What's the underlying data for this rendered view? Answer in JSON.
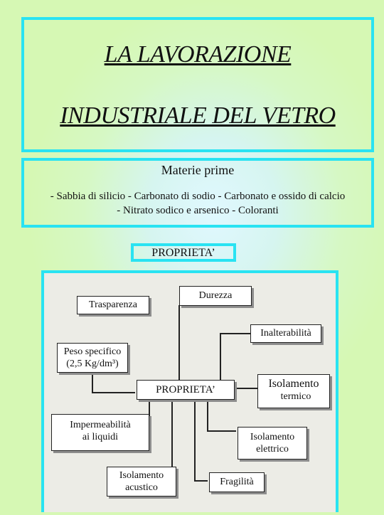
{
  "title": {
    "line1": "LA LAVORAZIONE",
    "line2": "INDUSTRIALE DEL VETRO"
  },
  "materials": {
    "heading": "Materie prime",
    "line1": "- Sabbia di silicio - Carbonato di sodio - Carbonato e ossido di calcio",
    "line2": "- Nitrato sodico e arsenico - Coloranti"
  },
  "properties_label": "PROPRIETA’",
  "diagram": {
    "center": "PROPRIETA’",
    "nodes": {
      "trasparenza": "Trasparenza",
      "durezza": "Durezza",
      "inalterabilita": "Inalterabilità",
      "peso_line1": "Peso specifico",
      "peso_line2": "(2,5 Kg/dm³)",
      "isolamento_termico_line1": "Isolamento",
      "isolamento_termico_line2": "termico",
      "impermeabilita_line1": "Impermeabilità",
      "impermeabilita_line2": "ai liquidi",
      "isolamento_elettrico_line1": "Isolamento",
      "isolamento_elettrico_line2": "elettrico",
      "isolamento_acustico_line1": "Isolamento",
      "isolamento_acustico_line2": "acustico",
      "fragilita": "Fragilità"
    }
  },
  "colors": {
    "frame": "#29e3f2",
    "diagram_background": "#ecece6"
  }
}
